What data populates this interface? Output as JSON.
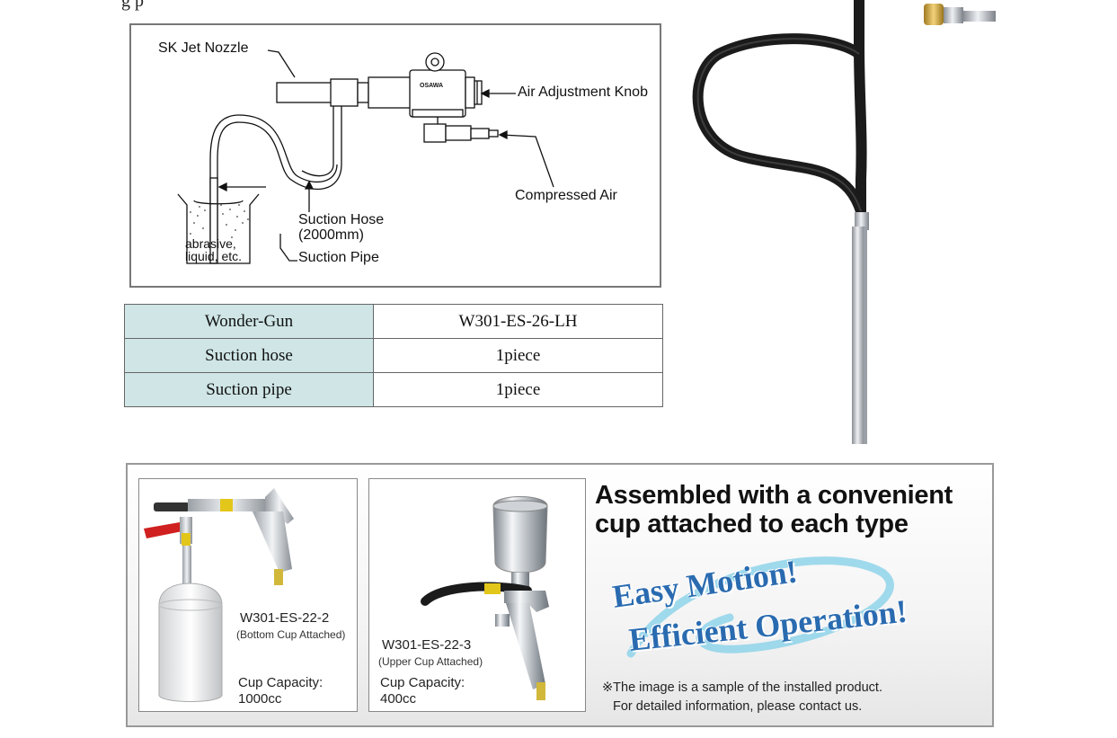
{
  "diagram": {
    "label_jet_nozzle": "SK Jet Nozzle",
    "label_air_knob": "Air Adjustment Knob",
    "label_compressed_air": "Compressed Air",
    "label_suction_hose_1": "Suction Hose",
    "label_suction_hose_2": "(2000mm)",
    "label_suction_pipe": "Suction Pipe",
    "label_abrasive_1": "abrasive,",
    "label_abrasive_2": "liquid, etc.",
    "brand_mark": "OSAWA"
  },
  "spec_table": {
    "rows": [
      {
        "key": "Wonder-Gun",
        "value": "W301-ES-26-LH"
      },
      {
        "key": "Suction hose",
        "value": "1piece"
      },
      {
        "key": "Suction pipe",
        "value": "1piece"
      }
    ]
  },
  "banner": {
    "headline_1": "Assembled with a convenient",
    "headline_2": "cup attached to each type",
    "slogan_1": "Easy Motion!",
    "slogan_2": "Efficient Operation!",
    "note_1": "※The image is a sample of the installed product.",
    "note_2": "For detailed information, please contact us.",
    "card_a": {
      "model": "W301-ES-22-2",
      "sub": "(Bottom Cup Attached)",
      "capacity_label": "Cup Capacity:",
      "capacity_value": "1000cc"
    },
    "card_b": {
      "model": "W301-ES-22-3",
      "sub": "(Upper Cup Attached)",
      "capacity_label": "Cup Capacity:",
      "capacity_value": "400cc"
    }
  },
  "colors": {
    "table_key_bg": "#cfe5e6",
    "slogan_blue": "#2a6bb0",
    "swirl_cyan": "#8fd3ea",
    "hose_black": "#1b1b1b"
  }
}
